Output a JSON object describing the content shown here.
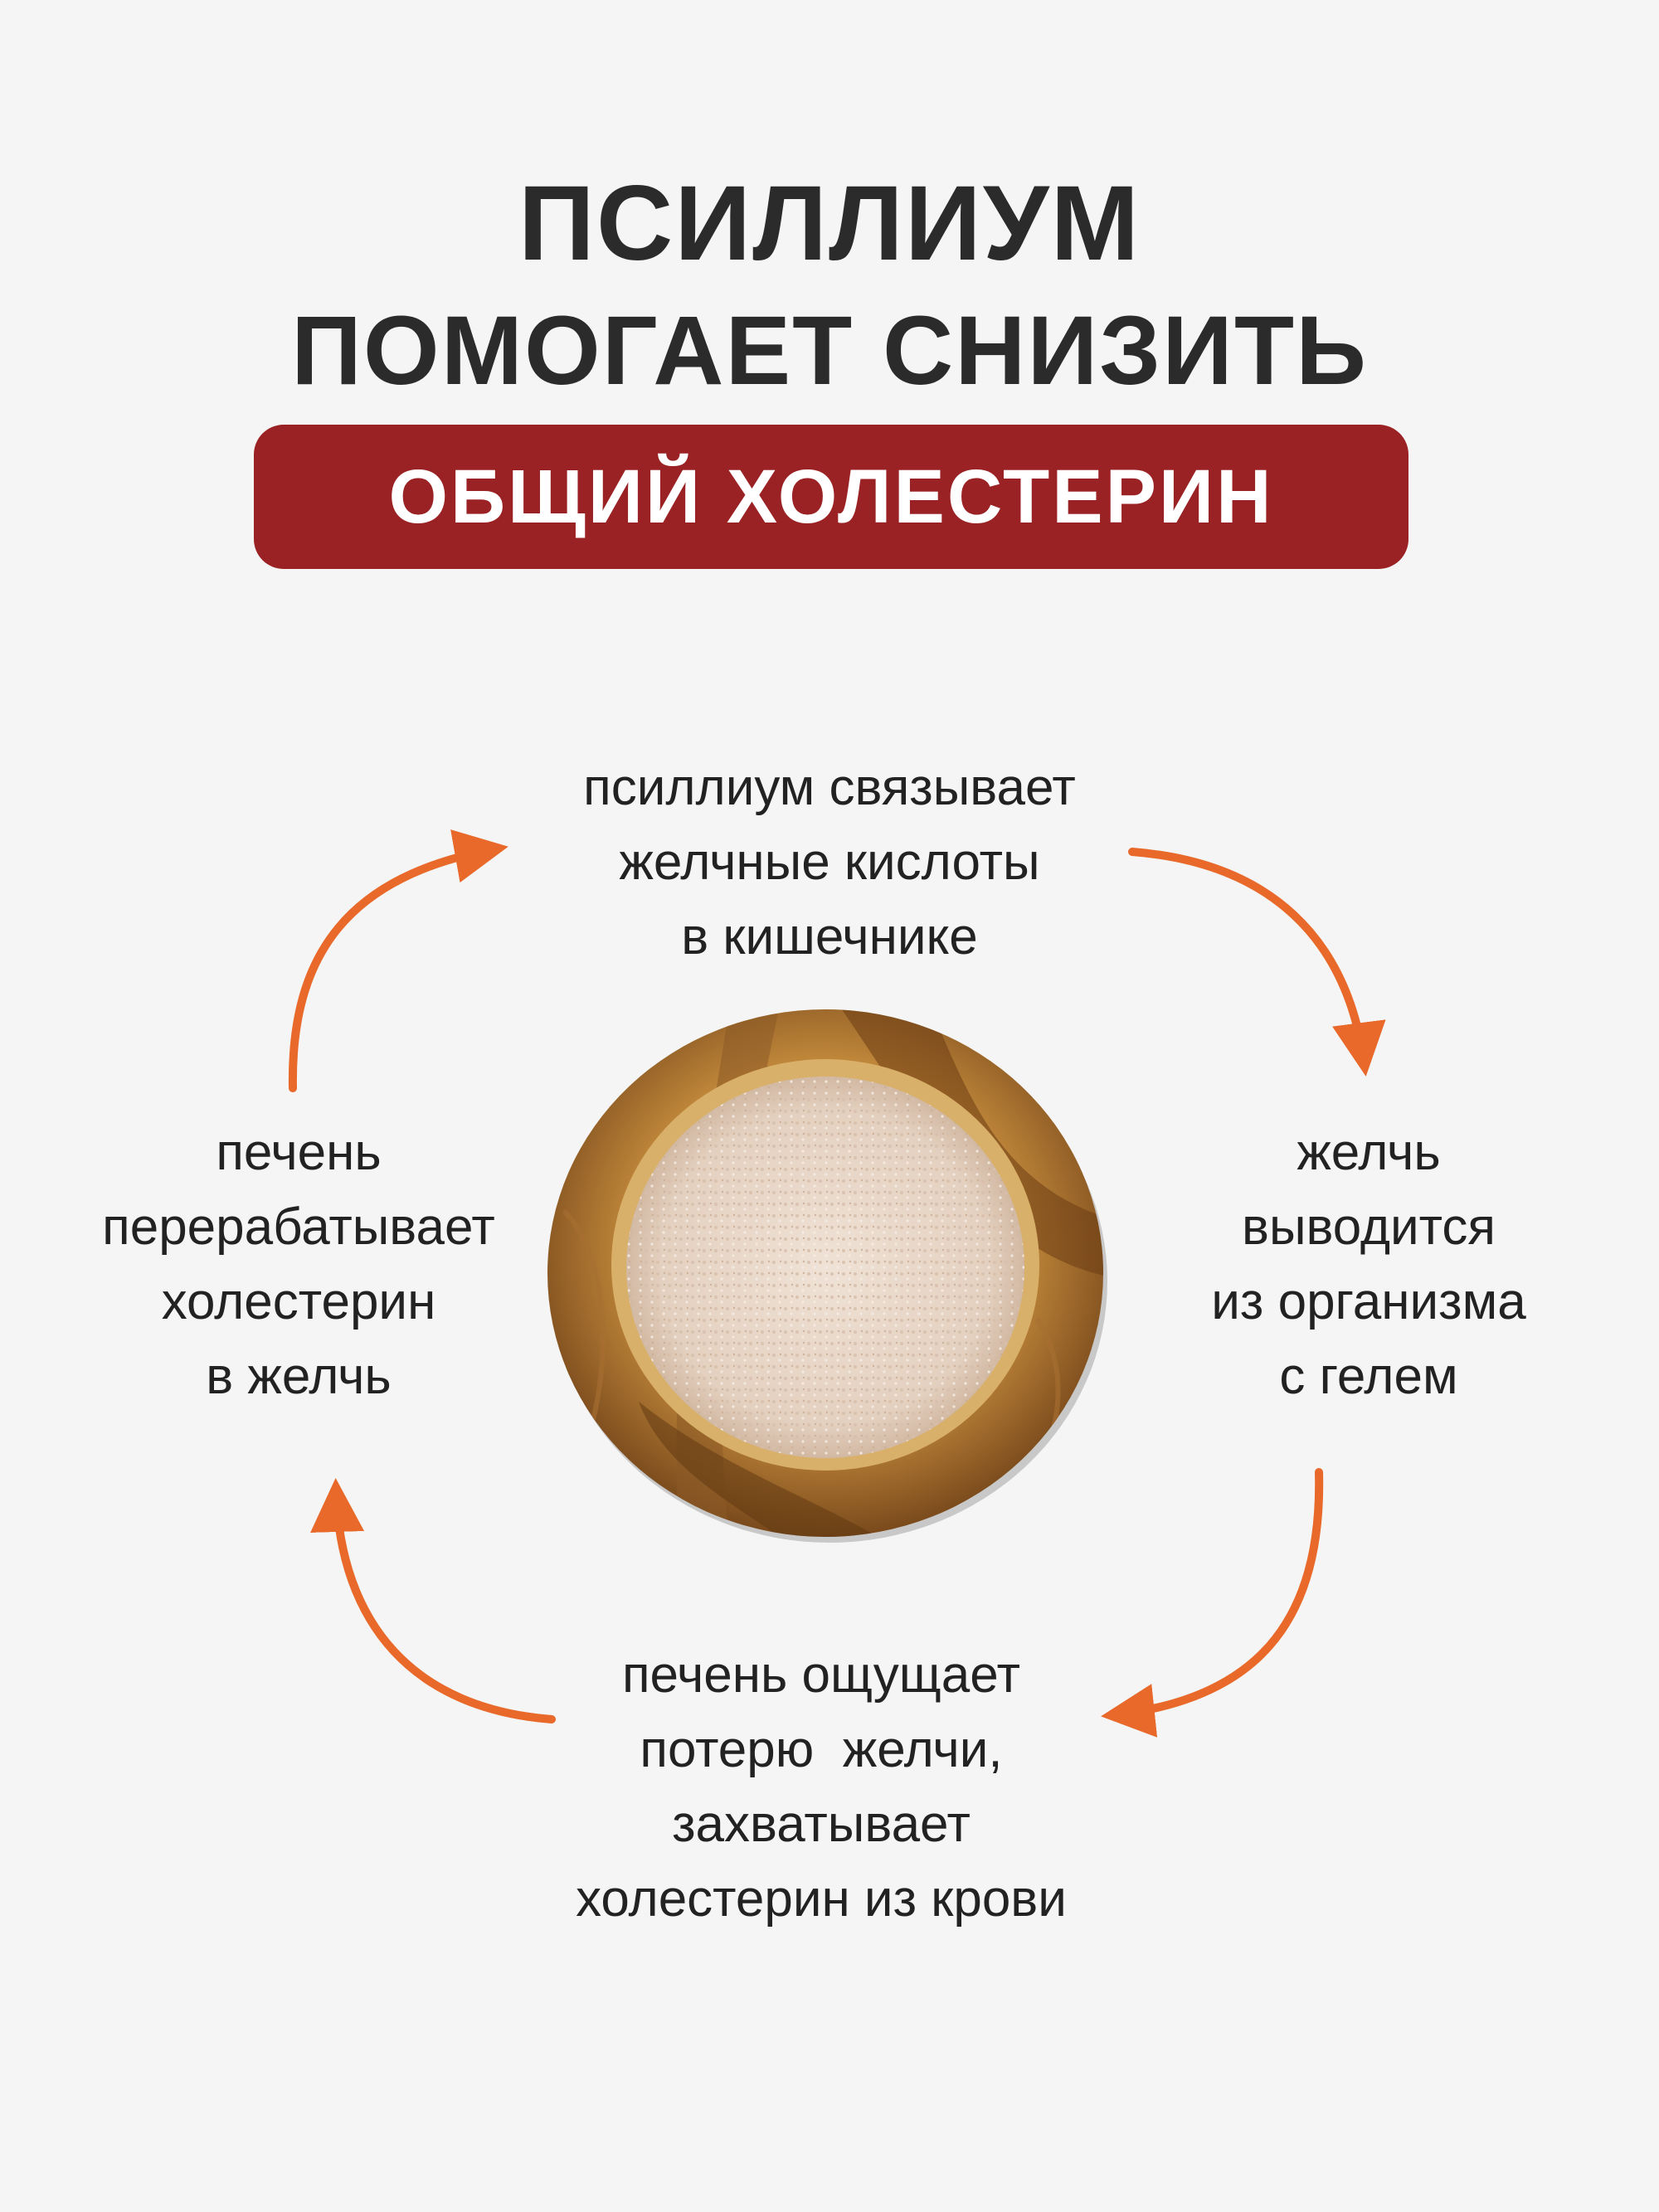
{
  "title": {
    "line1": "ПСИЛЛИУМ",
    "line2": "ПОМОГАЕТ СНИЗИТЬ",
    "highlight": "ОБЩИЙ ХОЛЕСТЕРИН"
  },
  "steps": {
    "top": [
      "псиллиум связывает",
      "желчные кислоты",
      "в кишечнике"
    ],
    "right": [
      "желчь",
      "выводится",
      "из организма",
      "с гелем"
    ],
    "bottom": [
      "печень ощущает",
      "потерю  желчи,",
      "захватывает",
      "холестерин из крови"
    ],
    "left": [
      "печень",
      "перерабатывает",
      "холестерин",
      "в желчь"
    ]
  },
  "colors": {
    "banner": "#9a2224",
    "arrow": "#e8692a",
    "text": "#222222"
  },
  "icons": {
    "center": "wooden-bowl-with-psyllium-husk"
  }
}
